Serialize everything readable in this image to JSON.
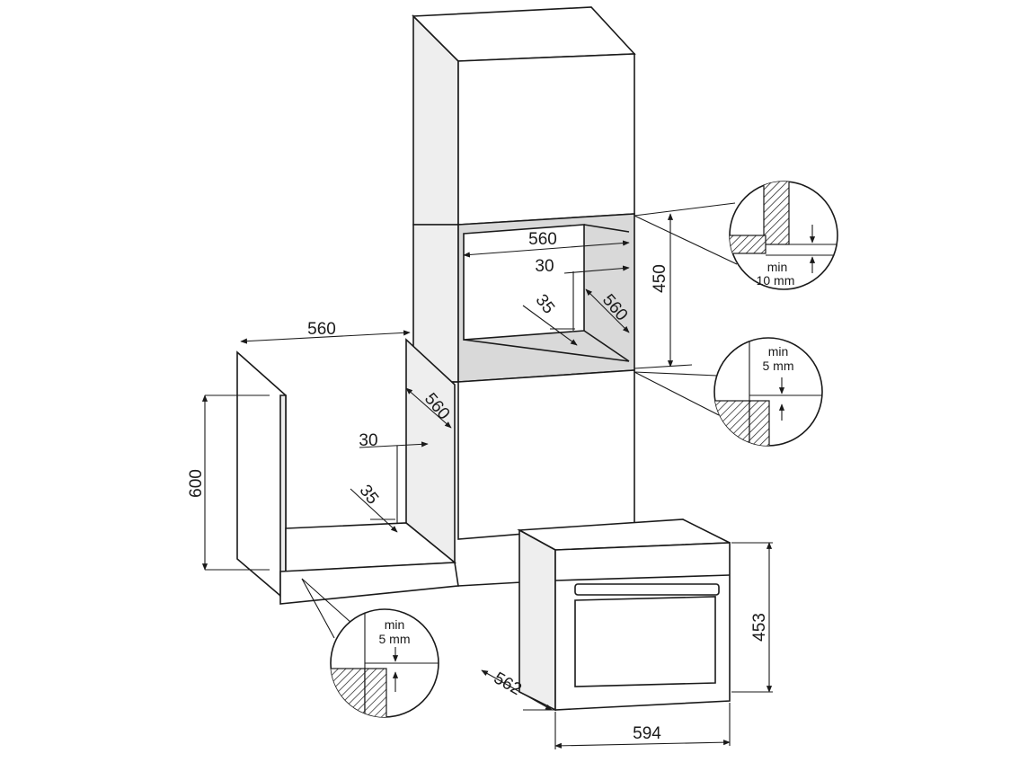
{
  "dimensions": {
    "upper_width": "560",
    "upper_depth": "560",
    "upper_height": "450",
    "upper_gap_30": "30",
    "upper_gap_35": "35",
    "lower_width": "560",
    "lower_depth": "560",
    "lower_height": "600",
    "lower_gap_30": "30",
    "lower_gap_35": "35",
    "oven_width": "594",
    "oven_height": "453",
    "oven_depth": "562"
  },
  "details": {
    "top_min_label": "min",
    "top_min_value": "10 mm",
    "mid_min_label": "min",
    "mid_min_value": "5 mm",
    "bottom_min_label": "min",
    "bottom_min_value": "5 mm"
  }
}
